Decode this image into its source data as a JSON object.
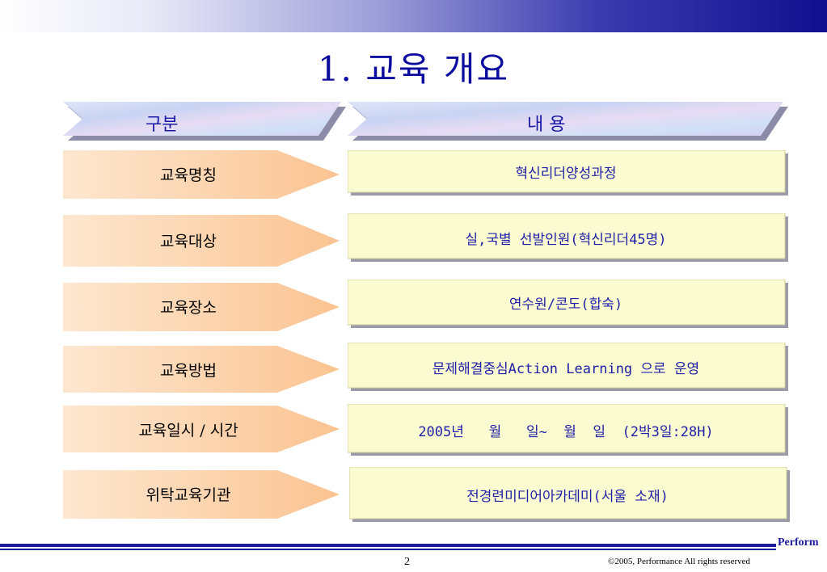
{
  "slide": {
    "title": "1. 교육 개요",
    "header_left": "구분",
    "header_right": "내 용",
    "rows": [
      {
        "label": "교육명칭",
        "value": "혁신리더양성과정"
      },
      {
        "label": "교육대상",
        "value": "실,국별 선발인원(혁신리더45명)"
      },
      {
        "label": "교육장소",
        "value": "연수원/콘도(합숙)"
      },
      {
        "label": "교육방법",
        "value": "문제해결중심Action Learning 으로 운영"
      },
      {
        "label": "교육일시 / 시간",
        "value": "2005년   월   일~  월  일  (2박3일:28H)"
      },
      {
        "label": "위탁교육기관",
        "value": "전경련미디어아카데미(서울 소재)"
      }
    ]
  },
  "footer": {
    "brand": "Perform",
    "page_number": "2",
    "copyright": "©2005, Performance All rights reserved"
  },
  "colors": {
    "title": "#0b0b9e",
    "label_fill": "#fbd0a5",
    "value_fill": "#fbfbd2",
    "footer_line": "#1b1b9c"
  }
}
